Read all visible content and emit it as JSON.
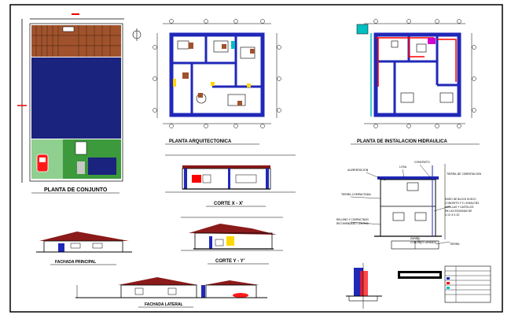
{
  "titles": {
    "site_plan": "PLANTA DE CONJUNTO",
    "arch_plan": "PLANTA ARQUITECTONICA",
    "hydraulic_plan": "PLANTA DE INSTALACION HIDRAULICA",
    "section_x": "CORTE X - X'",
    "section_y": "CORTE Y - Y'",
    "main_facade": "FACHADA PRINCIPAL",
    "side_facade": "FACHADA LATERAL"
  },
  "notes": {
    "alimentacion": "ALIMENTACION",
    "losa": "LOSA",
    "concreto": "CONCRETO",
    "tierra_de_cimentacion": "TIERRA DE CIMENTACION",
    "tierra_compactada": "TIERRA COMPACTADA",
    "muro_block": "MURO DE BLOCK HUECO CONCRETO F'C=50KG/CM2 VARILLAS Y CASTILLOS EN LAS ESQUINAS DE 0.15 X 0.20",
    "relleno": "RELLENO Y COMPACTADO RECOMENDADO CENTRAL",
    "zapata": "ZAPATA CONCRETO ARMADO",
    "tierra": "TIERRA"
  },
  "colors": {
    "background": "#ffffff",
    "lines": "#000000",
    "site_blue": "#1a237e",
    "timber": "#a0522d",
    "grass": "#3c9a3c",
    "wall_blue": "#2028b8",
    "roof_red": "#8b1a1a",
    "accent_red": "#ff0000",
    "accent_cyan": "#00c0c0",
    "accent_yellow": "#ffd700",
    "accent_magenta": "#d000d0"
  }
}
